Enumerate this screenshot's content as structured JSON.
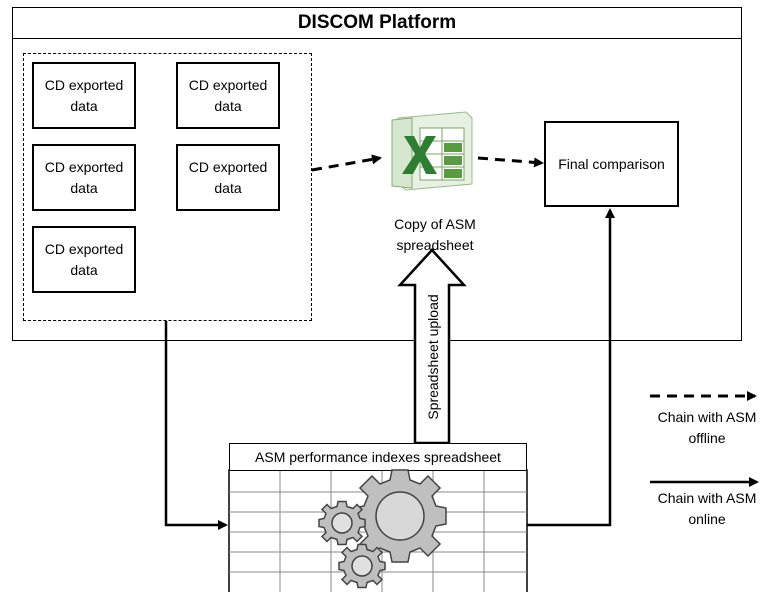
{
  "platform": {
    "title": "DISCOM Platform",
    "cd_boxes": [
      {
        "label": "CD exported data"
      },
      {
        "label": "CD exported data"
      },
      {
        "label": "CD exported data"
      },
      {
        "label": "CD exported data"
      },
      {
        "label": "CD exported data"
      }
    ],
    "spreadsheet_copy_caption": "Copy of ASM spreadsheet",
    "final_comparison_label": "Final comparison",
    "excel_icon": "excel-icon"
  },
  "upload_arrow_label": "Spreadsheet upload",
  "asm_sheet": {
    "title": "ASM performance indexes spreadsheet",
    "icon": "gears-icon"
  },
  "legend": {
    "offline_label": "Chain with ASM offline",
    "online_label": "Chain with ASM online"
  }
}
